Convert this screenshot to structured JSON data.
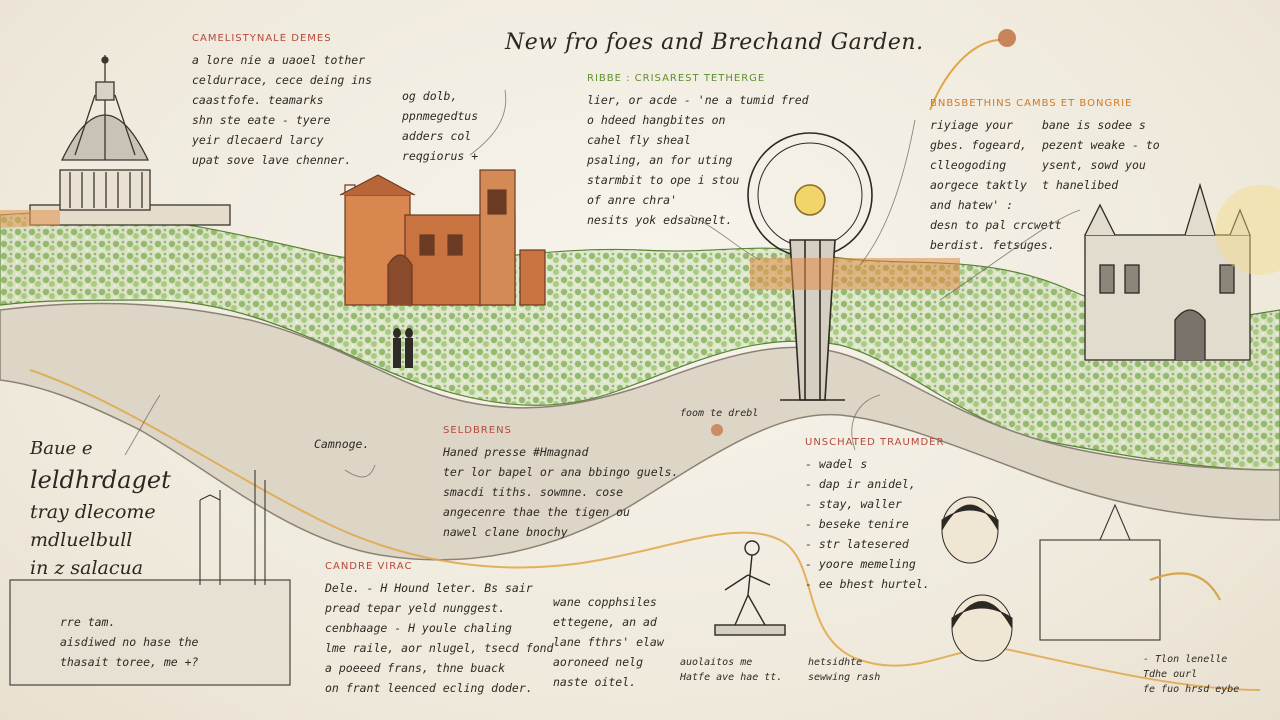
{
  "title": "New fro foes and Brechand Garden.",
  "colors": {
    "paper": "#f3efe6",
    "ink": "#2b2721",
    "greenery": "#7fae55",
    "brick": "#c46a3c",
    "path": "#d9d2c2",
    "red_heading": "#b6483a",
    "green_heading": "#5c8f2c",
    "orange_heading": "#d17a25",
    "route": "#e0a64a"
  },
  "notes": {
    "top_left": {
      "heading": "CAMELISTYNALE DEMES",
      "lines": [
        "a lore nie a uaoel tother",
        "celdurrace, cece deing ins",
        "caastfofe. teamarks",
        "shn ste eate - tyere",
        "yeir dlecaerd larcy",
        "upat sove lave chenner."
      ]
    },
    "top_center_left": {
      "lines": [
        "og dolb,",
        "ppnmegedtus",
        "adders col",
        "reqgiorus +"
      ]
    },
    "top_center": {
      "heading": "RIBBE : CRISAREST TETHERGE",
      "lines": [
        "lier, or acde - 'ne a tumid fred",
        "o hdeed hangbites on",
        "cahel fly sheal",
        "psaling, an for uting",
        "starmbit to ope i stou",
        "of anre chra'",
        "nesits yok edsaunelt."
      ]
    },
    "top_right": {
      "heading": "BNBSBETHINS   CAMBS ET BONGRIE",
      "col1": [
        "riyiage your",
        "gbes. fogeard,",
        "clleogoding",
        "aorgece taktly",
        "and hatew' :",
        "desn to pal crcwett",
        "berdist. fetsuges."
      ],
      "col2": [
        "bane is sodee s",
        "pezent weake - to",
        "ysent, sowd you",
        "t hanelibed"
      ]
    },
    "mid_center": {
      "heading": "SELDBRENS",
      "lines": [
        "Haned presse  #Hmagnad",
        "ter lor bapel or  ana bbingo guels.",
        "smacdi tiths.   sowmne. cose",
        "angecenre thae the tigen   ou",
        "nawel clane   bnochy"
      ]
    },
    "mid_right": {
      "heading": "UNSCHATED TRAUMDER",
      "lines": [
        "- wadel s",
        "- dap ir anidel,",
        "- stay, waller",
        "- beseke tenire",
        "- str latesered",
        "- yoore memeling",
        "- ee bhest hurtel."
      ]
    },
    "bottom_center_left": {
      "heading": "CANDRE VIRAC",
      "lines": [
        "Dele. - H Hound leter. Bs sair",
        "pread tepar yeld nunggest.",
        "cenbhaage - H youle chaling",
        "lme raile, aor nlugel, tsecd fond",
        "a poeeed frans, thne buack",
        "on frant leenced ecling doder."
      ]
    },
    "bottom_center": {
      "lines": [
        "wane copphsiles",
        "ettegene, an ad",
        "lane fthrs' elaw",
        "aoroneed nelg",
        "naste oitel."
      ]
    },
    "bottom_center_caption": {
      "lines": [
        "auolaitos me",
        "Hatfe ave hae tt."
      ]
    },
    "bottom_right_caption": {
      "lines": [
        "- Tlon lenelle",
        "Tdhe ourl",
        "fe fuo hrsd eybe"
      ]
    },
    "bottom_right_caption2": {
      "lines": [
        "hetsidhte",
        "sewwing rash"
      ]
    },
    "bottom_left_box": {
      "lines": [
        "rre tam.",
        "aisdiwed no hase the",
        "thasait toree, me +?"
      ]
    },
    "label_cam": "Camnoge.",
    "label_path": "foom te drebl",
    "big_left": {
      "line1": "Baue e",
      "line2": "leldhrdaget",
      "line3": "tray dlecome",
      "line4": "mdluelbull",
      "line5": "in z salacua"
    }
  }
}
